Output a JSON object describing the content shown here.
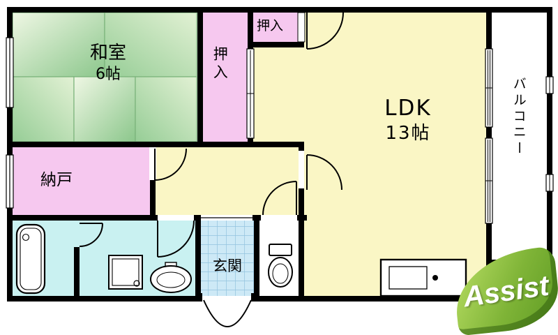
{
  "floorplan": {
    "rooms": {
      "washitsu": {
        "label": "和室",
        "size": "6帖"
      },
      "oshiire_side": {
        "label": "押入"
      },
      "oshiire_top": {
        "label": "押入"
      },
      "ldk": {
        "label": "LDK",
        "size": "13帖"
      },
      "nando": {
        "label": "納戸"
      },
      "genkan": {
        "label": "玄関"
      },
      "balcony": {
        "label": "バルコニー"
      }
    },
    "fixtures": [
      "bathtub",
      "washing-machine-pan",
      "washbasin",
      "toilet",
      "kitchen-counter",
      "entrance-door",
      "interior-doors",
      "windows",
      "closet-sliding-door"
    ]
  },
  "logo": {
    "brand": "Assist"
  },
  "colors": {
    "wall": "#000000",
    "tatami_base": "#b9ddb9",
    "tatami_light": "#eff7e4",
    "tatami_dark": "#8cc78c",
    "closet_pink": "#f6c8ef",
    "ldk_yellow": "#faf6c5",
    "bath_cyan": "#c9f1f1",
    "genkan_blue": "#cde9f6",
    "genkan_grid": "#92c3de",
    "logo_green_light": "#b6dc62",
    "logo_green_dark": "#5d9a22"
  }
}
